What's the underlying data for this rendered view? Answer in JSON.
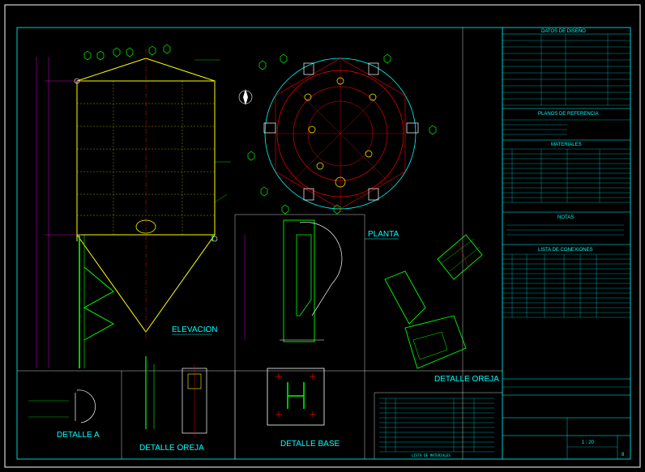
{
  "drawing": {
    "view_titles": {
      "elevacion": "ELEVACION",
      "planta": "PLANTA",
      "detalle_a": "DETALLE A",
      "detalle_oreja_left": "DETALLE OREJA",
      "detalle_base": "DETALLE BASE",
      "detalle_oreja_right": "DETALLE OREJA"
    },
    "title_block": {
      "datos_header": "DATOS DE DISEÑO",
      "planos_header": "PLANOS DE REFERENCIA",
      "materiales_header": "MATERIALES",
      "notas_header": "NOTAS",
      "lista_header": "LISTA DE CONEXIONES",
      "escala": "1 : 20",
      "sheet_no": "8",
      "lista_materiales": "LISTA DE MATERIALES"
    },
    "colors": {
      "background": "#000000",
      "border": "#ffffff",
      "frame": "#00ffff",
      "vessel": "#ffff00",
      "planta": "#ff0000",
      "detail": "#00ff00",
      "dim": "#ff00ff",
      "nozzle_tag": "#00ff00"
    }
  }
}
